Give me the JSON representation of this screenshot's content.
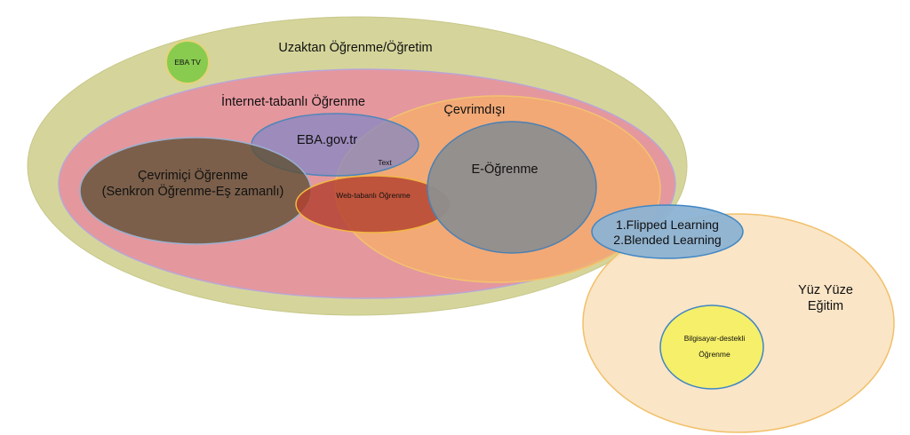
{
  "diagram": {
    "outer_set": {
      "label": "Uzaktan Öğrenme/Öğretim",
      "color": "#d5d59b"
    },
    "eba_tv": {
      "label": "EBA TV",
      "color": "#8acc52"
    },
    "internet_based": {
      "label": "İnternet-tabanlı Öğrenme",
      "color": "#e59aa0"
    },
    "offline": {
      "label": "Çevrimdışı",
      "color": "#f4ac71"
    },
    "eba_gov": {
      "label": "EBA.gov.tr",
      "color": "#8a8fbf"
    },
    "text_placeholder": {
      "label": "Text"
    },
    "online": {
      "line1": "Çevrimiçi Öğrenme",
      "line2": "(Senkron Öğrenme-Eş zamanlı)",
      "color": "#6b5a3e"
    },
    "web_based": {
      "label": "Web-tabanlı Öğrenme",
      "color": "#b4483a"
    },
    "e_learning": {
      "label": "E-Öğrenme",
      "color": "#929292"
    },
    "flipped_blended": {
      "line1": "1.Flipped Learning",
      "line2": "2.Blended Learning",
      "color": "#8bb1d2"
    },
    "face_to_face": {
      "line1": "Yüz Yüze",
      "line2": "Eğitim",
      "color": "#f8e1bf"
    },
    "computer_assisted": {
      "line1": "Bilgisayar-destekli",
      "line2": "Öğrenme",
      "color": "#f4ef6b"
    }
  }
}
